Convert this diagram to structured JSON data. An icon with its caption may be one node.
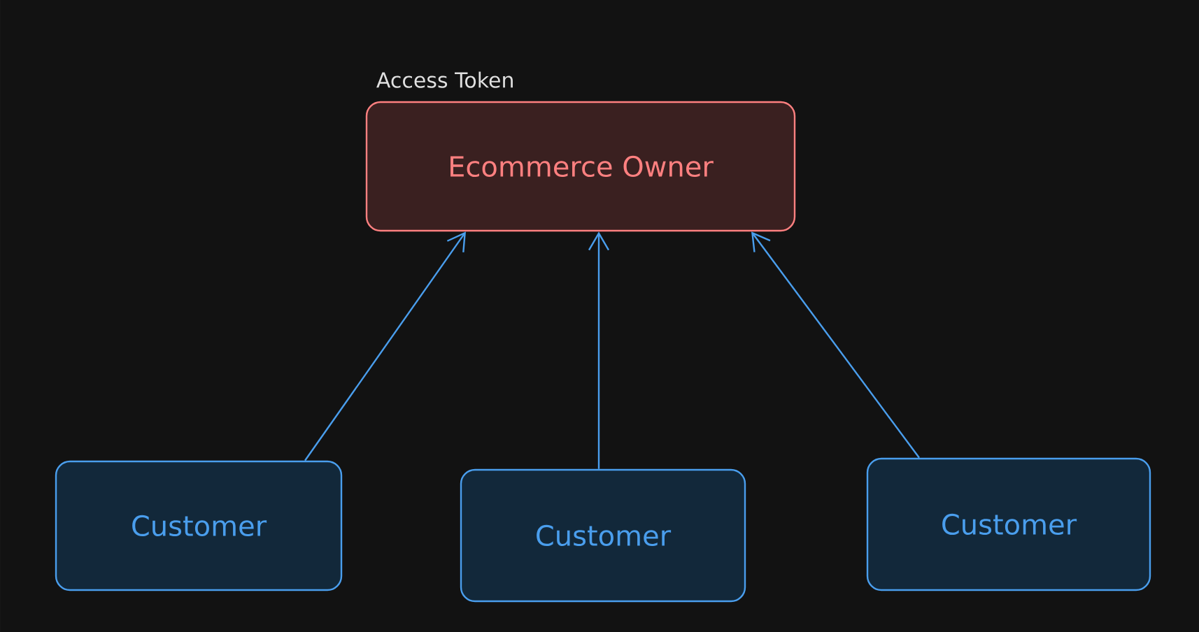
{
  "diagram": {
    "nodes": [
      {
        "text": [
          "Access Token",
          "Ecommerce Owner"
        ]
      },
      {
        "text": [
          "Customer"
        ]
      },
      {
        "text": [
          "Customer"
        ]
      },
      {
        "text": [
          "Customer"
        ]
      }
    ],
    "edges": [
      {
        "from": 1,
        "to": 0,
        "arrow": "to"
      },
      {
        "from": 2,
        "to": 0,
        "arrow": "to"
      },
      {
        "from": 3,
        "to": 0,
        "arrow": "to"
      }
    ]
  }
}
